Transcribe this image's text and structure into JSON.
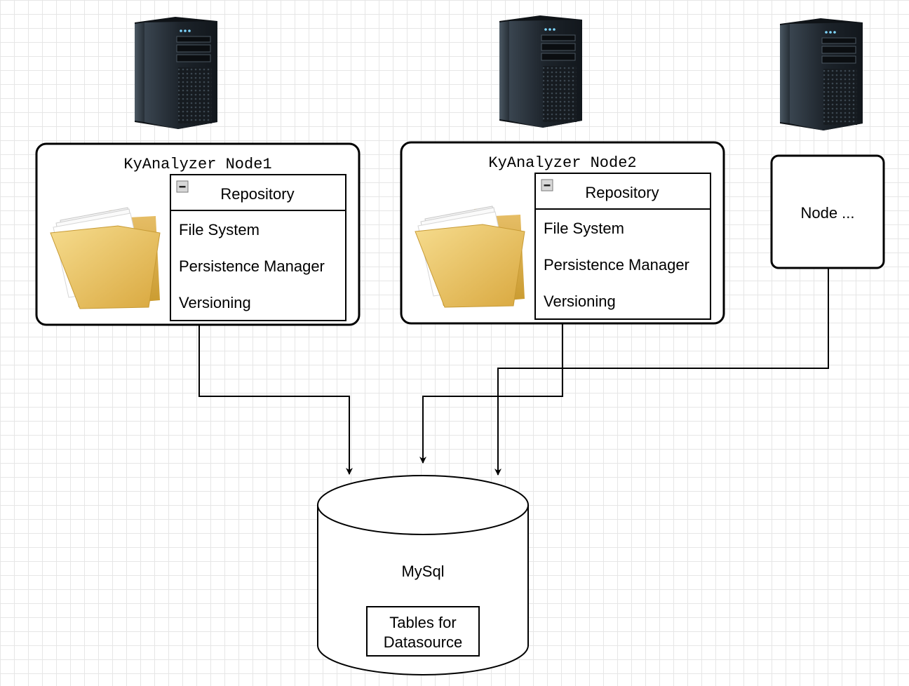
{
  "nodes": [
    {
      "title": "KyAnalyzer Node1",
      "panel": {
        "header": "Repository",
        "items": [
          "File System",
          "Persistence Manager",
          "Versioning"
        ]
      }
    },
    {
      "title": "KyAnalyzer Node2",
      "panel": {
        "header": "Repository",
        "items": [
          "File System",
          "Persistence Manager",
          "Versioning"
        ]
      }
    }
  ],
  "extra_node": {
    "label": "Node ..."
  },
  "database": {
    "label": "MySql",
    "table_label_line1": "Tables for",
    "table_label_line2": "Datasource"
  },
  "icons": {
    "server": "server-tower-icon",
    "folder": "folder-with-documents-icon",
    "collapse": "collapse-minus-icon"
  },
  "colors": {
    "line": "#000000",
    "folder": "#e5b74f",
    "server": "#1f252b"
  }
}
